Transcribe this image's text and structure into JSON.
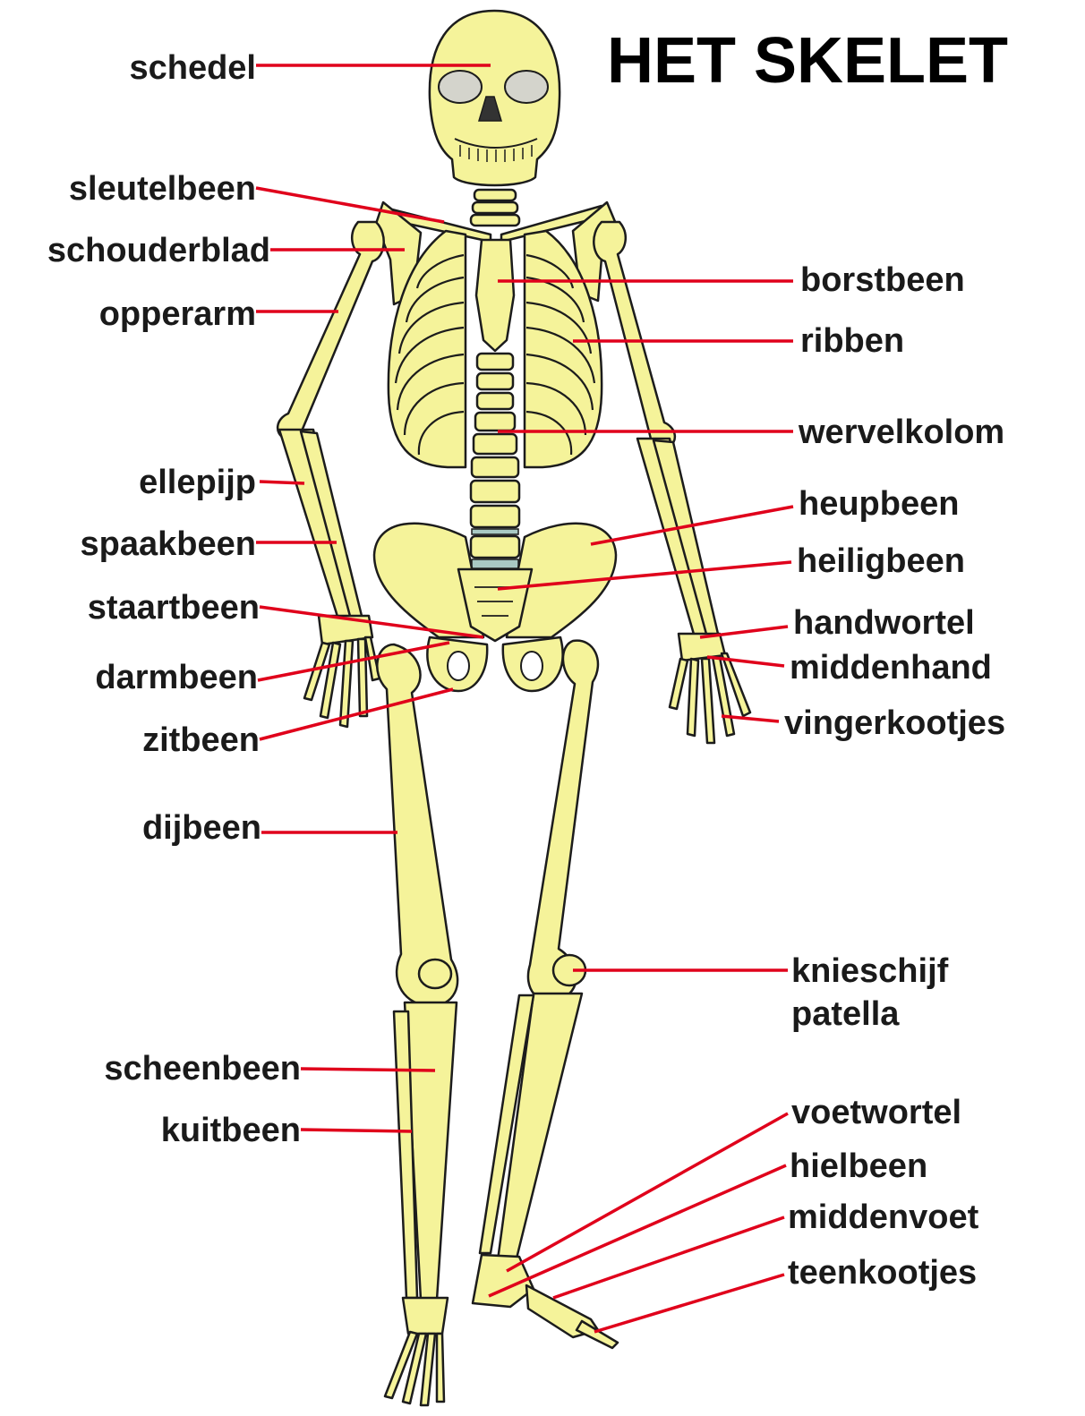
{
  "title": "HET SKELET",
  "colors": {
    "bone": "#f5f39a",
    "outline": "#1c1c1c",
    "pointer": "#e0001b",
    "eye_socket": "#d4d4cc",
    "disc": "#a9c9c4",
    "background": "#ffffff"
  },
  "labels": {
    "schedel": "schedel",
    "sleutelbeen": "sleutelbeen",
    "schouderblad": "schouderblad",
    "opperarm": "opperarm",
    "ellepijp": "ellepijp",
    "spaakbeen": "spaakbeen",
    "staartbeen": "staartbeen",
    "darmbeen": "darmbeen",
    "zitbeen": "zitbeen",
    "dijbeen": "dijbeen",
    "scheenbeen": "scheenbeen",
    "kuitbeen": "kuitbeen",
    "borstbeen": "borstbeen",
    "ribben": "ribben",
    "wervelkolom": "wervelkolom",
    "heupbeen": "heupbeen",
    "heiligbeen": "heiligbeen",
    "handwortel": "handwortel",
    "middenhand": "middenhand",
    "vingerkootjes": "vingerkootjes",
    "knieschijf_1": "knieschijf",
    "knieschijf_2": "patella",
    "voetwortel": "voetwortel",
    "hielbeen": "hielbeen",
    "middenvoet": "middenvoet",
    "teenkootjes": "teenkootjes"
  }
}
